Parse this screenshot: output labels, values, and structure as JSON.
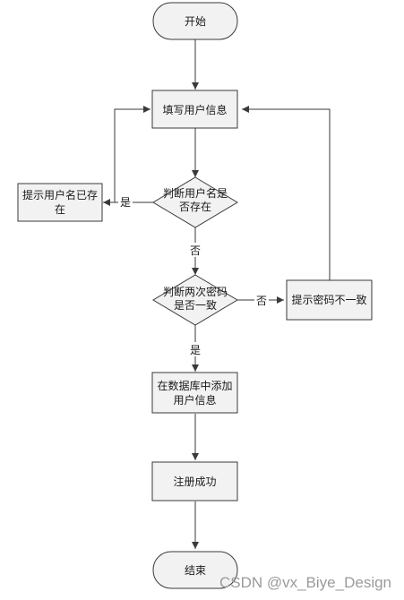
{
  "diagram": {
    "nodes": {
      "start": "开始",
      "fill_info": "填写用户信息",
      "check_name": [
        "判断用户名是",
        "否存在"
      ],
      "name_exists_msg": [
        "提示用户名已存",
        "在"
      ],
      "check_password": [
        "判断两次密码",
        "是否一致"
      ],
      "password_mismatch_msg": "提示密码不一致",
      "add_to_db": [
        "在数据库中添加",
        "用户信息"
      ],
      "register_success": "注册成功",
      "end": "结束"
    },
    "edge_labels": {
      "name_yes": "是",
      "name_no": "否",
      "password_no": "否",
      "password_yes": "是"
    }
  },
  "watermark": "CSDN @vx_Biye_Design"
}
